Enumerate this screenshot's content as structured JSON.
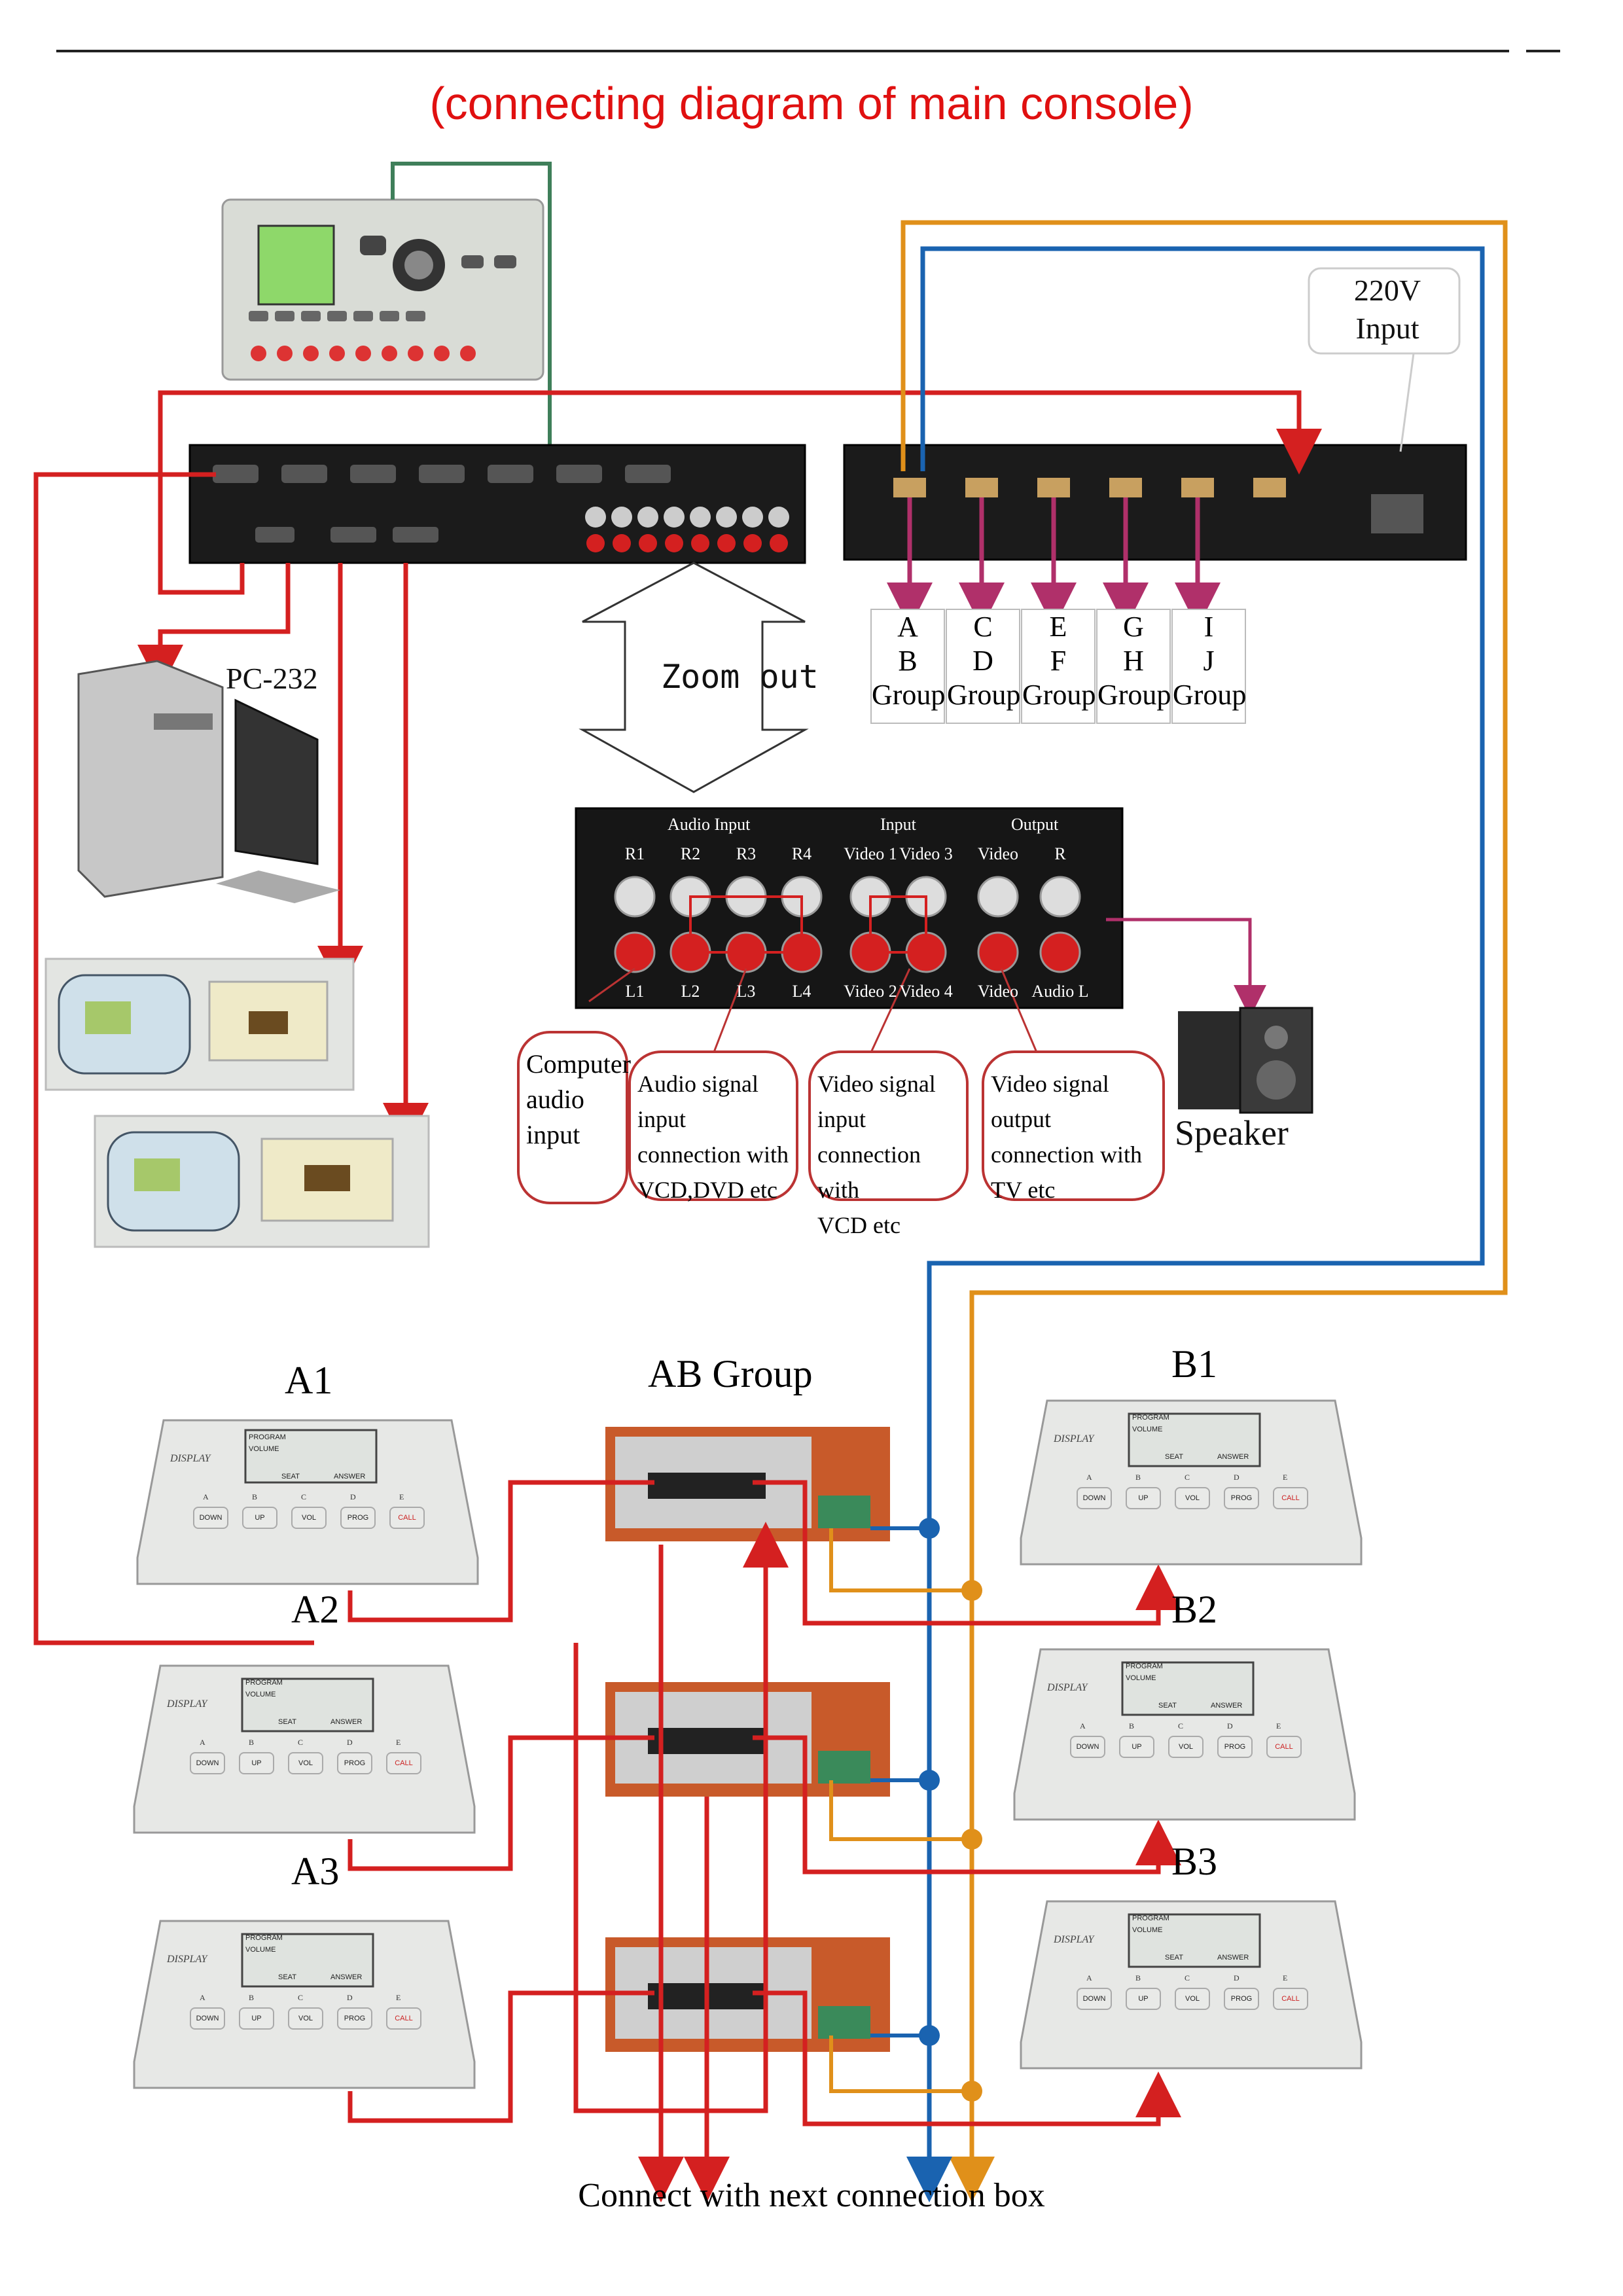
{
  "title": "(connecting diagram of main console)",
  "power_label": "220V\nInput",
  "power_label_lines": [
    "220V",
    "Input"
  ],
  "pc_label": "PC-232",
  "zoom_label": "Zoom out",
  "groups": [
    {
      "top": "A",
      "mid": "B",
      "bottom": "Group"
    },
    {
      "top": "C",
      "mid": "D",
      "bottom": "Group"
    },
    {
      "top": "E",
      "mid": "F",
      "bottom": "Group"
    },
    {
      "top": "G",
      "mid": "H",
      "bottom": "Group"
    },
    {
      "top": "I",
      "mid": "J",
      "bottom": "Group"
    }
  ],
  "callouts": [
    {
      "lines": [
        "Computer",
        "audio",
        "input"
      ]
    },
    {
      "lines": [
        "Audio signal input",
        "connection with",
        "VCD,DVD etc"
      ]
    },
    {
      "lines": [
        "Video signal input",
        "connection with",
        "VCD etc"
      ]
    },
    {
      "lines": [
        "Video signal output",
        "connection with",
        "TV etc"
      ]
    }
  ],
  "speaker_label": "Speaker",
  "panel_labels": {
    "audio_input": "Audio Input",
    "input": "Input",
    "output": "Output",
    "top_row": [
      "R1",
      "R2",
      "R3",
      "R4",
      "Video 1",
      "Video 3",
      "Video",
      "R"
    ],
    "bottom_row": [
      "L1",
      "L2",
      "L3",
      "L4",
      "Video 2",
      "Video 4",
      "Video",
      "Audio L"
    ]
  },
  "student_units": {
    "left": [
      "A1",
      "A2",
      "A3"
    ],
    "right": [
      "B1",
      "B2",
      "B3"
    ],
    "display_word": "DISPLAY",
    "screen_lines": [
      "PROGRAM",
      "VOLUME",
      "SEAT",
      "ANSWER"
    ],
    "keys_top": [
      "A",
      "B",
      "C",
      "D",
      "E"
    ],
    "keys_bottom": [
      "DOWN",
      "UP",
      "VOL",
      "PROG",
      "CALL"
    ]
  },
  "ab_group_label": "AB Group",
  "bottom_caption": "Connect with next connection box",
  "colors": {
    "title": "#e01010",
    "red_wire": "#d42020",
    "blue_wire": "#1a63b0",
    "orange_wire": "#e0901a",
    "green_wire": "#3f7f5a",
    "device_dark": "#1b1b1b"
  }
}
